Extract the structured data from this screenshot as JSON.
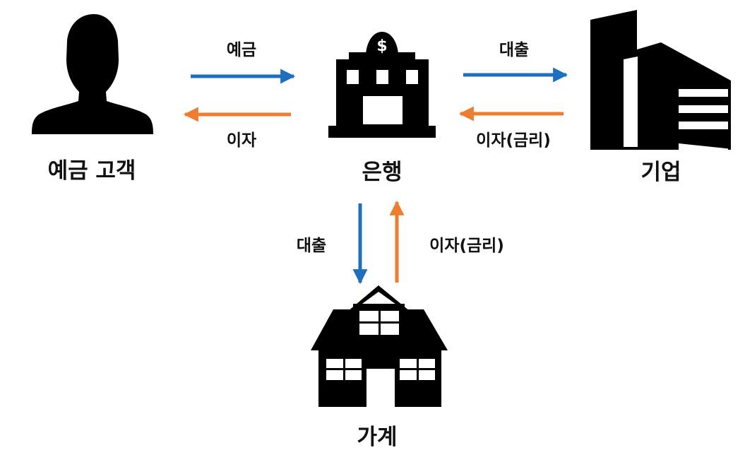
{
  "colors": {
    "deposit_loan_arrow": "#1f6fc0",
    "interest_arrow": "#ed7d31",
    "icon": "#000000",
    "background": "#ffffff"
  },
  "nodes": {
    "depositor": {
      "label": "예금 고객",
      "icon": "person-silhouette-icon"
    },
    "bank": {
      "label": "은행",
      "icon": "bank-building-icon",
      "icon_symbol": "$"
    },
    "company": {
      "label": "기업",
      "icon": "office-building-icon"
    },
    "household": {
      "label": "가계",
      "icon": "house-icon"
    }
  },
  "flows": {
    "depositor_to_bank": {
      "label": "예금",
      "color": "#1f6fc0"
    },
    "bank_to_depositor": {
      "label": "이자",
      "color": "#ed7d31"
    },
    "bank_to_company": {
      "label": "대출",
      "color": "#1f6fc0"
    },
    "company_to_bank": {
      "label": "이자(금리)",
      "color": "#ed7d31"
    },
    "bank_to_household": {
      "label": "대출",
      "color": "#1f6fc0"
    },
    "household_to_bank": {
      "label": "이자(금리)",
      "color": "#ed7d31"
    }
  }
}
